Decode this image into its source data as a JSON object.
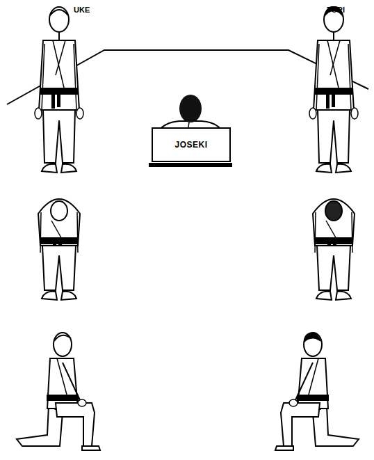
{
  "diagram": {
    "nodes": [
      {
        "text": [
          "JOSEKI"
        ]
      }
    ],
    "labels": [
      "UKE",
      "TORI"
    ]
  }
}
